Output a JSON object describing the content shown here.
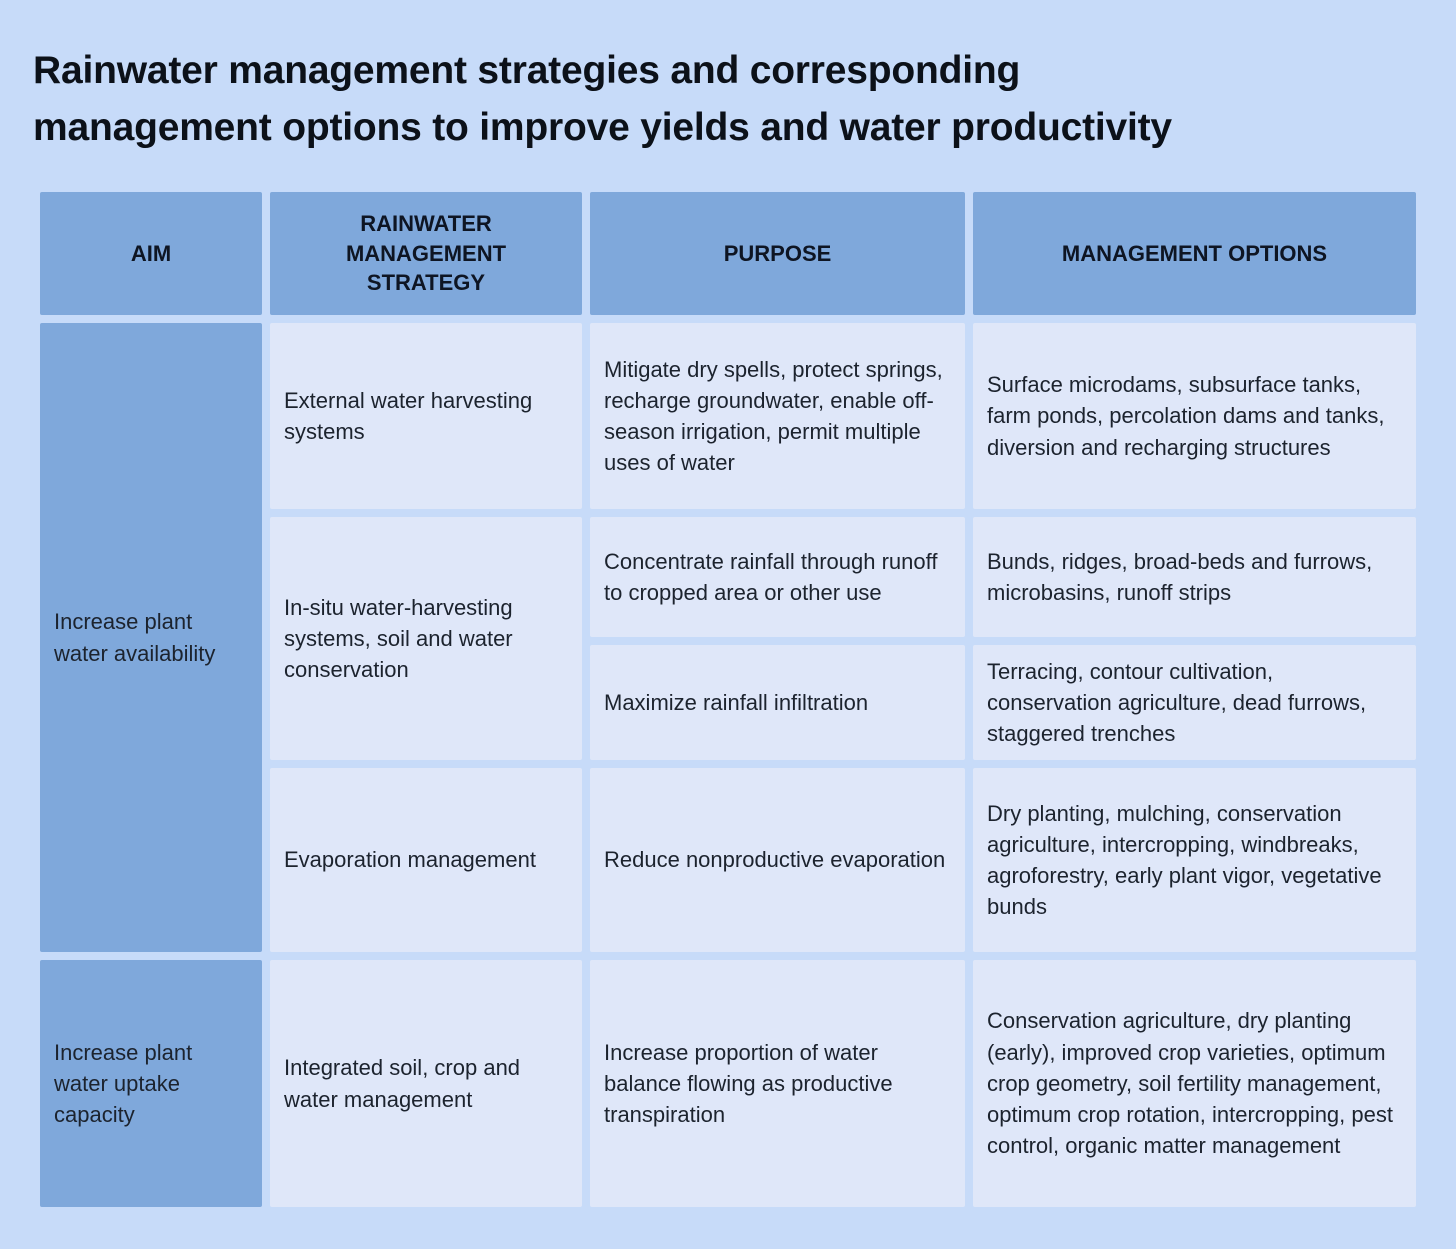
{
  "title": "Rainwater management strategies and corresponding\nmanagement options to improve yields and water productivity",
  "colors": {
    "page_background": "#c7dbf9",
    "header_cell": "#7fa8db",
    "aim_cell": "#7fa8db",
    "data_cell": "#dfe7f9",
    "text": "#1c232e",
    "title_text": "#0c1119"
  },
  "table": {
    "headers": {
      "aim": "AIM",
      "strategy": "RAINWATER MANAGEMENT STRATEGY",
      "purpose": "PURPOSE",
      "options": "MANAGEMENT OPTIONS"
    },
    "aims": {
      "availability": "Increase plant water availability",
      "uptake": "Increase plant water uptake capacity"
    },
    "strategies": {
      "external": "External water harvesting systems",
      "insitu": "In-situ water-harvesting systems, soil and water conservation",
      "evaporation": "Evaporation management",
      "integrated": "Integrated soil, crop and water management"
    },
    "purposes": {
      "mitigate": "Mitigate dry spells, protect springs, recharge groundwater, enable off-season irrigation, permit multiple uses of water",
      "concentrate": "Concentrate rainfall through runoff to cropped area or other use",
      "maximize": "Maximize rainfall infiltration",
      "reduce": "Reduce nonproductive evaporation",
      "transpiration": "Increase proportion of water balance flowing as productive transpiration"
    },
    "options": {
      "storage": "Surface microdams, subsurface tanks, farm ponds, percolation dams and tanks, diversion and recharging structures",
      "runoff": "Bunds, ridges, broad-beds and furrows, microbasins, runoff strips",
      "infiltration": "Terracing, contour cultivation, conservation agriculture, dead furrows, staggered trenches",
      "evaporation": "Dry planting, mulching, conservation agriculture, intercropping, windbreaks, agroforestry, early plant vigor, vegetative bunds",
      "uptake": "Conservation agriculture, dry planting (early), improved crop varieties, optimum crop geometry, soil fertility management, optimum crop rotation, intercropping, pest control, organic matter management"
    }
  }
}
